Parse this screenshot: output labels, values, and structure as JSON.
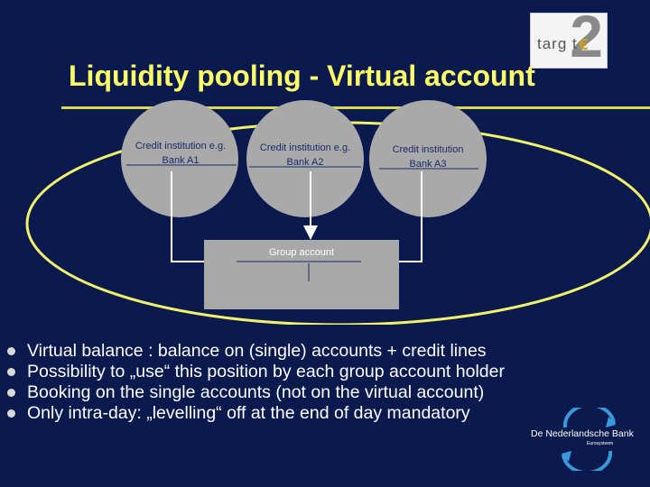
{
  "slide": {
    "title": "Liquidity pooling - Virtual account",
    "logo": {
      "word": "targ  t",
      "number": "2"
    }
  },
  "diagram": {
    "nodes": [
      {
        "label_line1": "Credit institution e.g.",
        "label_line2": "Bank A1"
      },
      {
        "label_line1": "Credit institution e.g.",
        "label_line2": "Bank A2"
      },
      {
        "label_line1": "Credit institution",
        "label_line2": "Bank A3"
      }
    ],
    "group_account_label": "Group account",
    "colors": {
      "circle": "#a9a9a9",
      "ellipse": "#f2f26a",
      "box": "#a8a8a8",
      "arrows": "#ffffff"
    }
  },
  "bullets": [
    "Virtual balance : balance on (single) accounts + credit lines",
    "Possibility to „use“ this position by each group account holder",
    "Booking on the single accounts (not on the virtual account)",
    "Only intra-day: „levelling“ off at the end of day mandatory"
  ],
  "brand": {
    "name": "De Nederlandsche Bank",
    "subtitle": "Eurosysteem"
  }
}
